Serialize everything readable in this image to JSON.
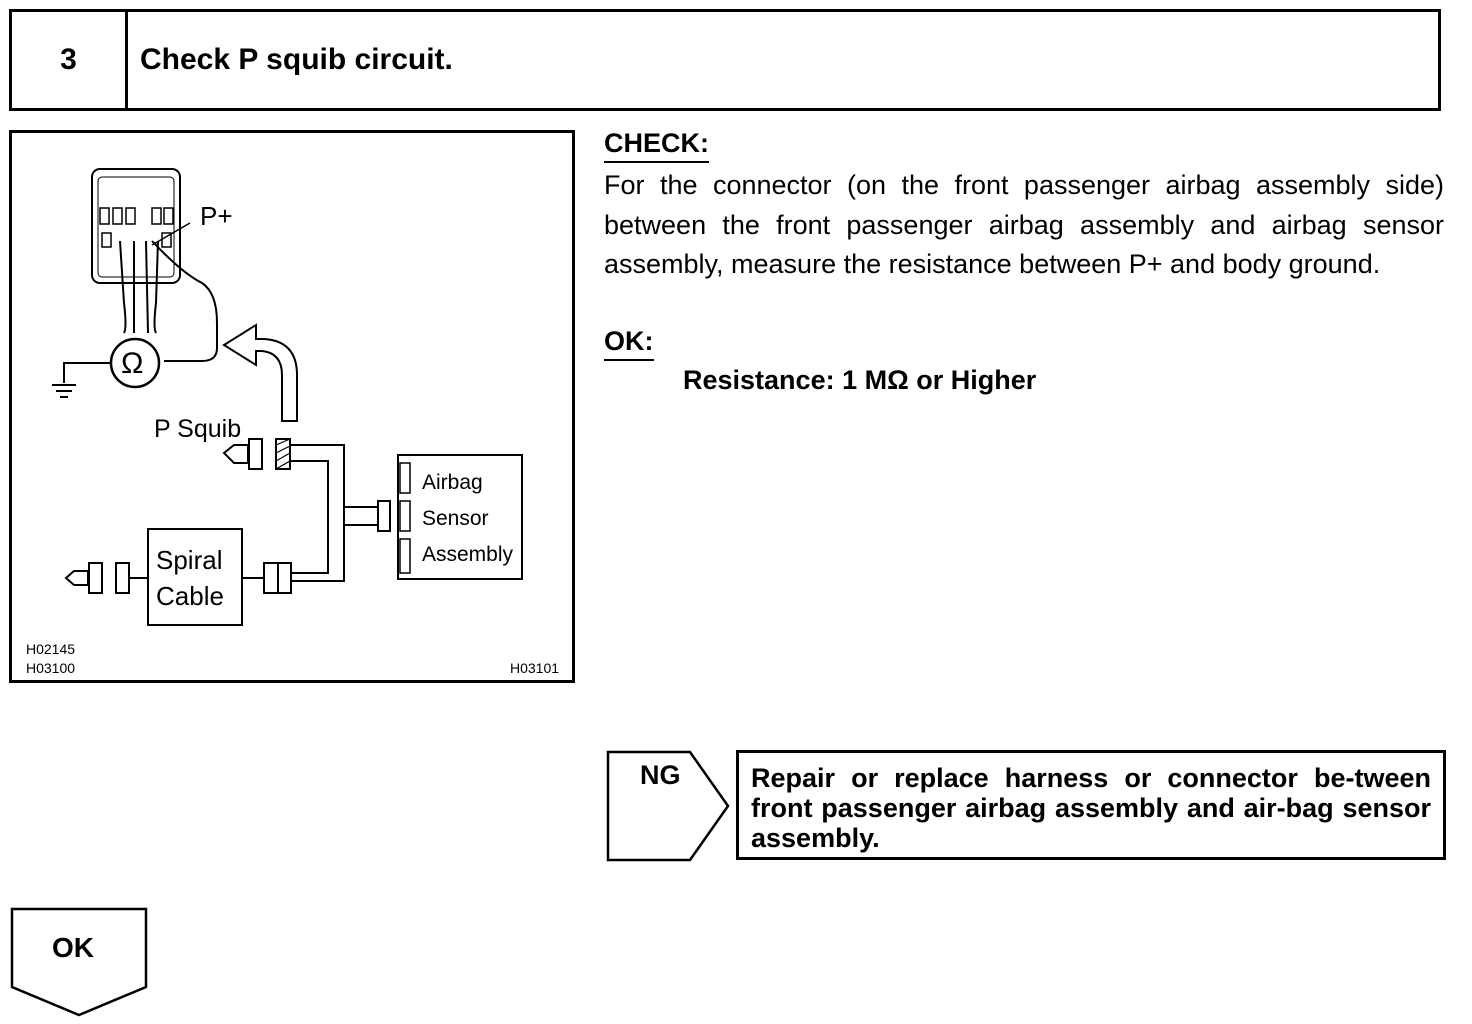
{
  "step": {
    "number": "3",
    "title": "Check P squib circuit."
  },
  "figure": {
    "label_p_plus": "P+",
    "label_ohm": "Ω",
    "label_p_squib": "P Squib",
    "label_spiral_line1": "Spiral",
    "label_spiral_line2": "Cable",
    "label_airbag": "Airbag",
    "label_sensor": "Sensor",
    "label_assembly": "Assembly",
    "code_1": "H02145",
    "code_2": "H03100",
    "code_3": "H03101"
  },
  "check": {
    "heading": "CHECK:",
    "body": "For the connector (on the front passenger airbag assembly side) between the front passenger airbag assembly and airbag sensor assembly, measure the resistance between P+ and body ground."
  },
  "ok": {
    "heading": "OK:",
    "spec": "Resistance: 1 MΩ or Higher"
  },
  "ng": {
    "label": "NG",
    "action": "Repair or replace harness or connector be-tween front passenger airbag assembly and air-bag sensor assembly."
  },
  "ok_flow": {
    "label": "OK"
  }
}
